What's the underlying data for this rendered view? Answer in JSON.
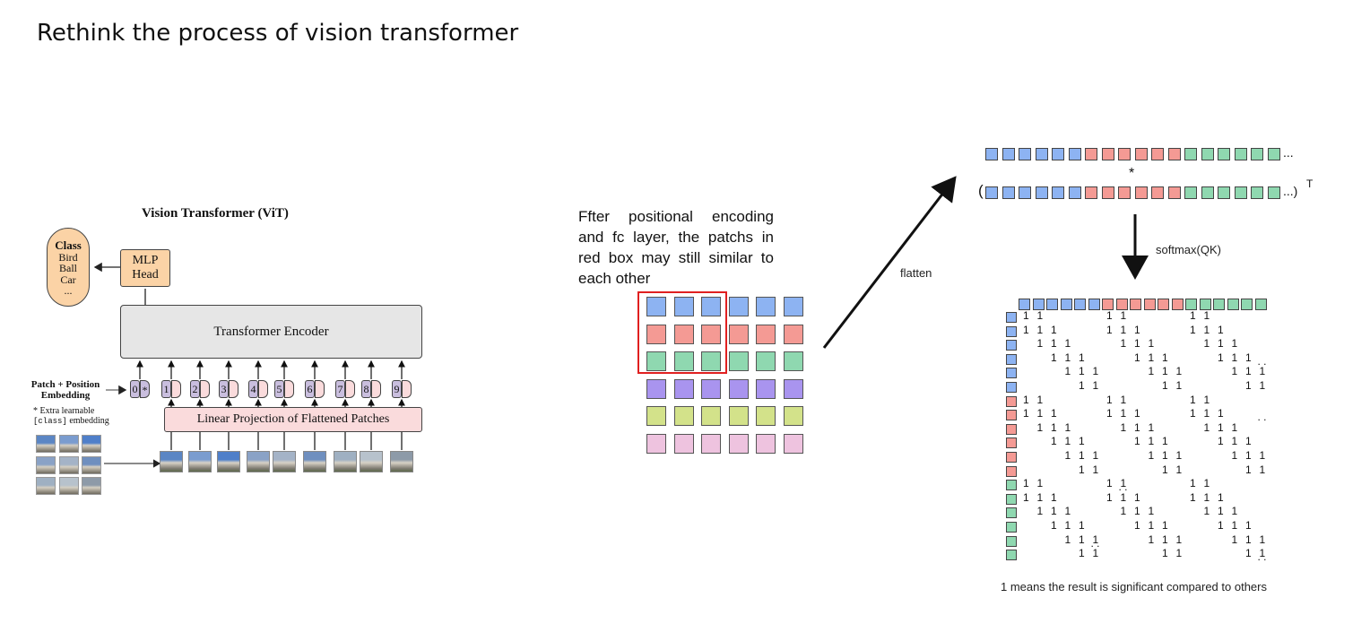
{
  "title": "Rethink the process of vision transformer",
  "vit": {
    "title": "Vision Transformer (ViT)",
    "class_head": "Class",
    "class_items": [
      "Bird",
      "Ball",
      "Car",
      "..."
    ],
    "mlp_head": [
      "MLP",
      "Head"
    ],
    "encoder": "Transformer Encoder",
    "projection": "Linear Projection of Flattened Patches",
    "embedding_label": [
      "Patch + Position",
      "Embedding"
    ],
    "extra_note": [
      "* Extra learnable",
      "[class]",
      " embedding"
    ],
    "position_tokens": [
      "0",
      "1",
      "2",
      "3",
      "4",
      "5",
      "6",
      "7",
      "8",
      "9"
    ],
    "class_token_mark": "*"
  },
  "patch_text": "Ffter positional encoding and fc layer, the patchs in red box may still similar to each other",
  "flatten_label": "flatten",
  "sequence_ellipsis": "...",
  "multiply": "*",
  "transpose_open": "(",
  "transpose_close": "...)",
  "transpose_sup": "T",
  "softmax_label": "softmax(QK)",
  "matrix": {
    "one": "1",
    "dots": ". .",
    "ellipsis_dots": ".."
  },
  "caption": "1 means the result is significant compared to others",
  "colors": {
    "blue": "#8db3f2",
    "red": "#f49a94",
    "green": "#8fd8b0",
    "purple": "#a994ef",
    "olive": "#d3e28a",
    "pink": "#eec3df",
    "highlight": "#e02020",
    "class_fill": "#fbd3a6",
    "encoder_fill": "#e6e6e6",
    "projection_fill": "#fadbdc",
    "token_num_fill": "#c9bede"
  },
  "patch_grid_rows": [
    "blue",
    "red",
    "green",
    "purple",
    "olive",
    "pink"
  ]
}
